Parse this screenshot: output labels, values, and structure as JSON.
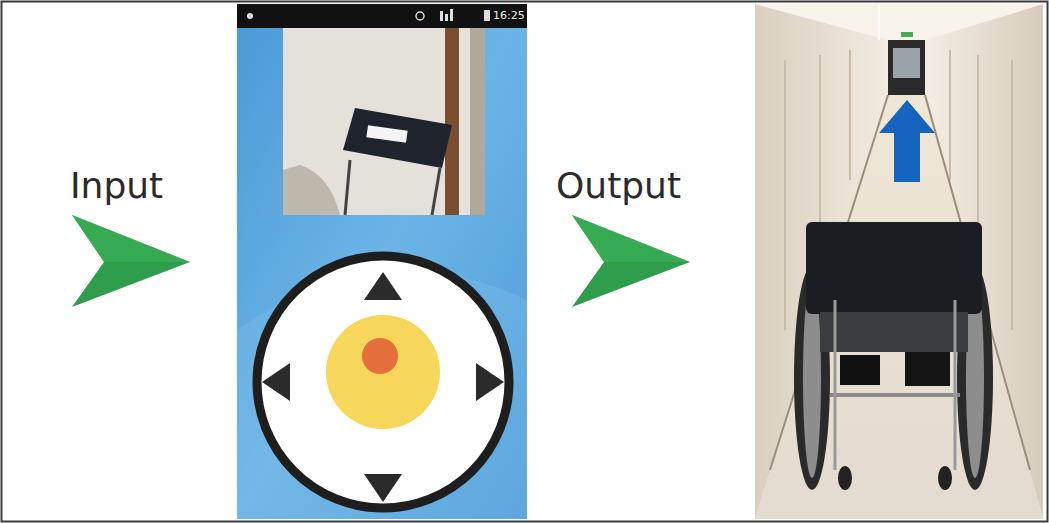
{
  "diagram": {
    "labels": [
      "Input",
      "16:25",
      "Output"
    ]
  }
}
